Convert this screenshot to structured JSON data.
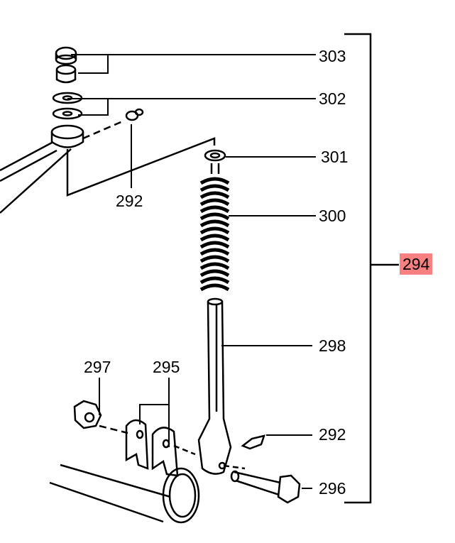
{
  "callouts": {
    "assembly": "294",
    "nut_top": "303",
    "washers": "302",
    "retainer": "301",
    "spring": "300",
    "rod": "298",
    "grease_nipple_right": "292",
    "grease_nipple_left": "292",
    "bolt": "296",
    "nut_lower": "297",
    "bracket": "295"
  },
  "highlight_color": "#f98080"
}
